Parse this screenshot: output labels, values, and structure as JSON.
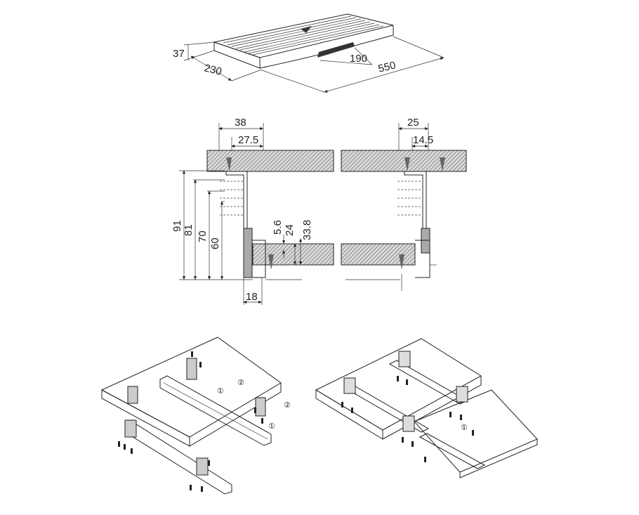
{
  "top_view": {
    "dims": {
      "height": "37",
      "depth": "230",
      "slot": "190",
      "width": "550"
    }
  },
  "section_left": {
    "dims": {
      "w38": "38",
      "w27_5": "27.5",
      "h91": "91",
      "h81": "81",
      "h70": "70",
      "h60": "60",
      "h5_6": "5.6",
      "h24": "24",
      "h33_8": "33.8",
      "w18": "18"
    }
  },
  "section_right": {
    "dims": {
      "w25": "25",
      "w14_5": "14.5"
    }
  },
  "assembly_left": {
    "steps": {
      "one_a": "①",
      "two_a": "②",
      "two_b": "②",
      "one_b": "①"
    }
  },
  "assembly_right": {
    "steps": {
      "one": "①"
    }
  },
  "colors": {
    "line": "#222222",
    "board": "#f2f2f2",
    "hatch": "#6a6a6a",
    "rail": "#c8c8c8"
  }
}
